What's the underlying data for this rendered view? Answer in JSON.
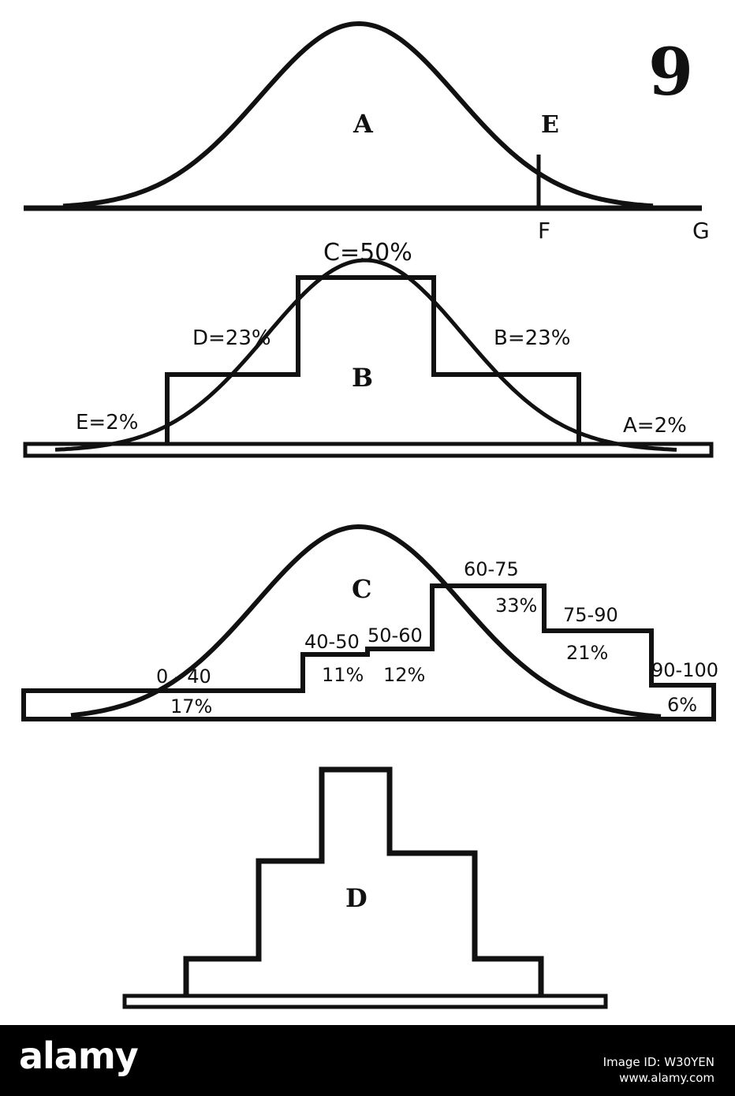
{
  "figure_number": "9",
  "panel_a": {
    "label": "A",
    "point_labels": {
      "e": "E",
      "f": "F",
      "g": "G"
    }
  },
  "panel_b": {
    "label": "B",
    "labels": {
      "c": "C=50%",
      "d": "D=23%",
      "b": "B=23%",
      "e": "E=2%",
      "a": "A=2%"
    }
  },
  "panel_c": {
    "label": "C",
    "ranges": [
      "0 - 40",
      "40-50",
      "50-60",
      "60-75",
      "75-90",
      "90-100"
    ],
    "percents": [
      "17%",
      "11%",
      "12%",
      "33%",
      "21%",
      "6%"
    ]
  },
  "panel_d": {
    "label": "D"
  },
  "footer": {
    "brand": "alamy",
    "image_id": "Image ID: W30YEN",
    "url": "www.alamy.com"
  },
  "colors": {
    "ink": "#111111",
    "paper": "#ffffff",
    "footer": "#000000"
  }
}
